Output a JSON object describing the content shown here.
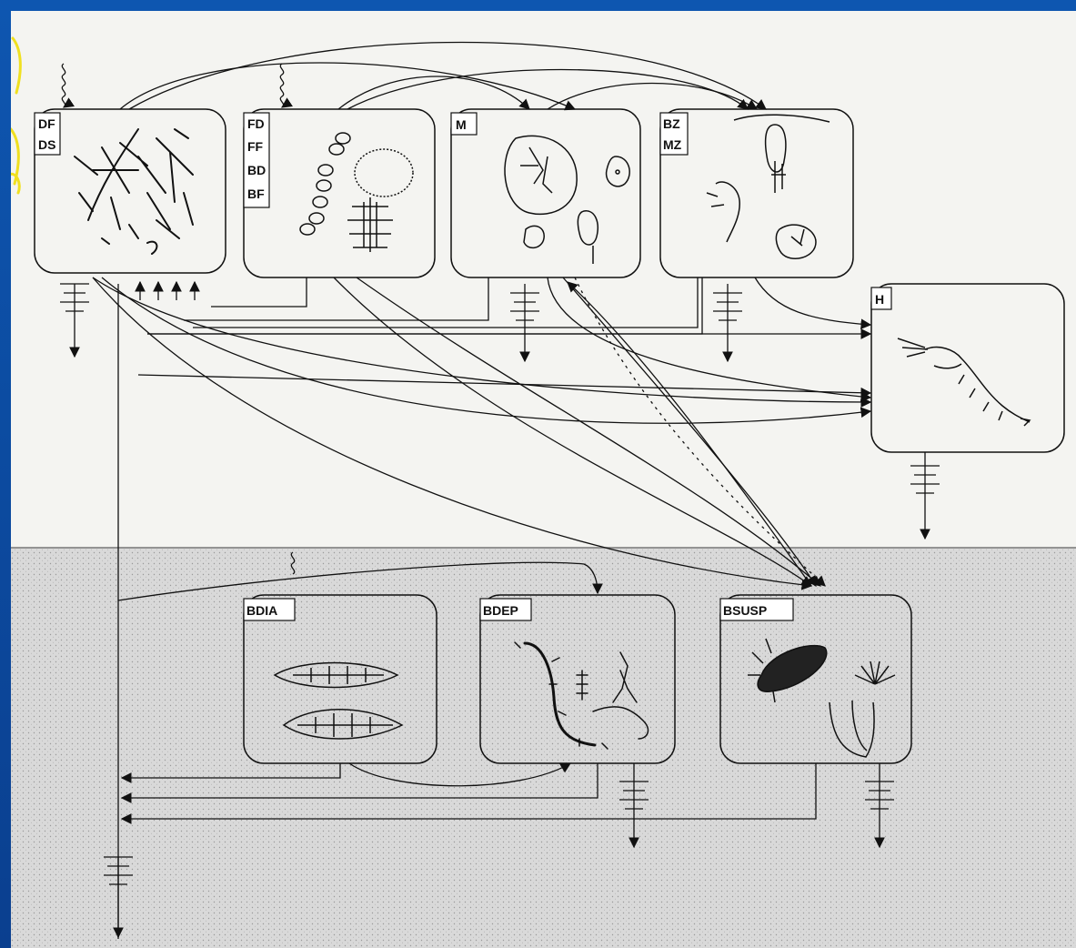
{
  "slide": {
    "frame_color": "#0d4a9a",
    "panel_color": "#f4f4f1",
    "sediment_color": "#d9d9d9",
    "annotation_color": "#f0e020"
  },
  "compartments": {
    "df_ds": [
      "DF",
      "DS"
    ],
    "fd_ff_bd_bf": [
      "FD",
      "FF",
      "BD",
      "BF"
    ],
    "m": [
      "M"
    ],
    "bz_mz": [
      "BZ",
      "MZ"
    ],
    "h": [
      "H"
    ],
    "bdia": [
      "BDIA"
    ],
    "bdep": [
      "BDEP"
    ],
    "bsusp": [
      "BSUSP"
    ]
  }
}
